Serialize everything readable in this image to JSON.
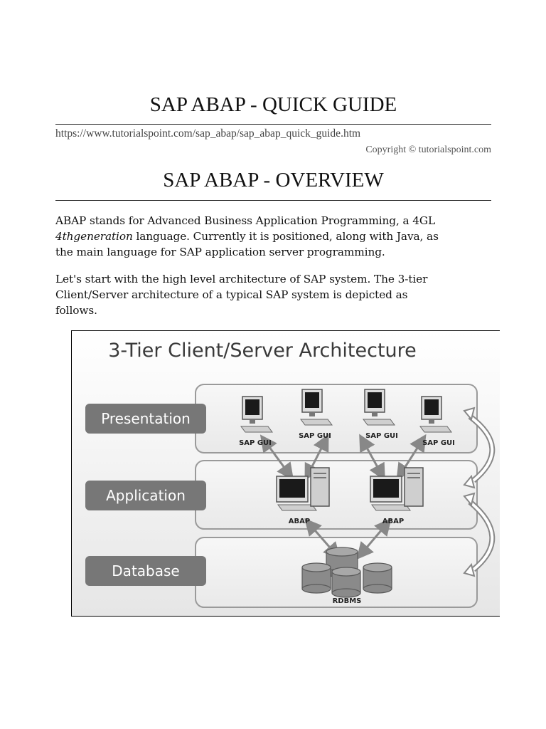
{
  "doc": {
    "title": "SAP ABAP - QUICK GUIDE",
    "url": "https://www.tutorialspoint.com/sap_abap/sap_abap_quick_guide.htm",
    "copyright": "Copyright © tutorialspoint.com",
    "section_title": "SAP ABAP - OVERVIEW",
    "para1_line1": "ABAP stands for Advanced Business Application Programming, a 4GL",
    "para1_line2_em": "4thgeneration",
    "para1_line2_rest": " language. Currently it is positioned, along with Java, as",
    "para1_line3": "the main language for SAP application server programming.",
    "para2_line1": "Let's start with the high level architecture of SAP system. The 3-tier",
    "para2_line2": "Client/Server architecture of a typical SAP system is depicted as",
    "para2_line3": "follows."
  },
  "diagram": {
    "title": "3-Tier Client/Server Architecture",
    "tiers": [
      "Presentation",
      "Application",
      "Database"
    ],
    "gui_labels": [
      "SAP GUI",
      "SAP GUI",
      "SAP GUI",
      "SAP GUI"
    ],
    "app_labels": [
      "ABAP",
      "ABAP"
    ],
    "db_label": "RDBMS"
  }
}
